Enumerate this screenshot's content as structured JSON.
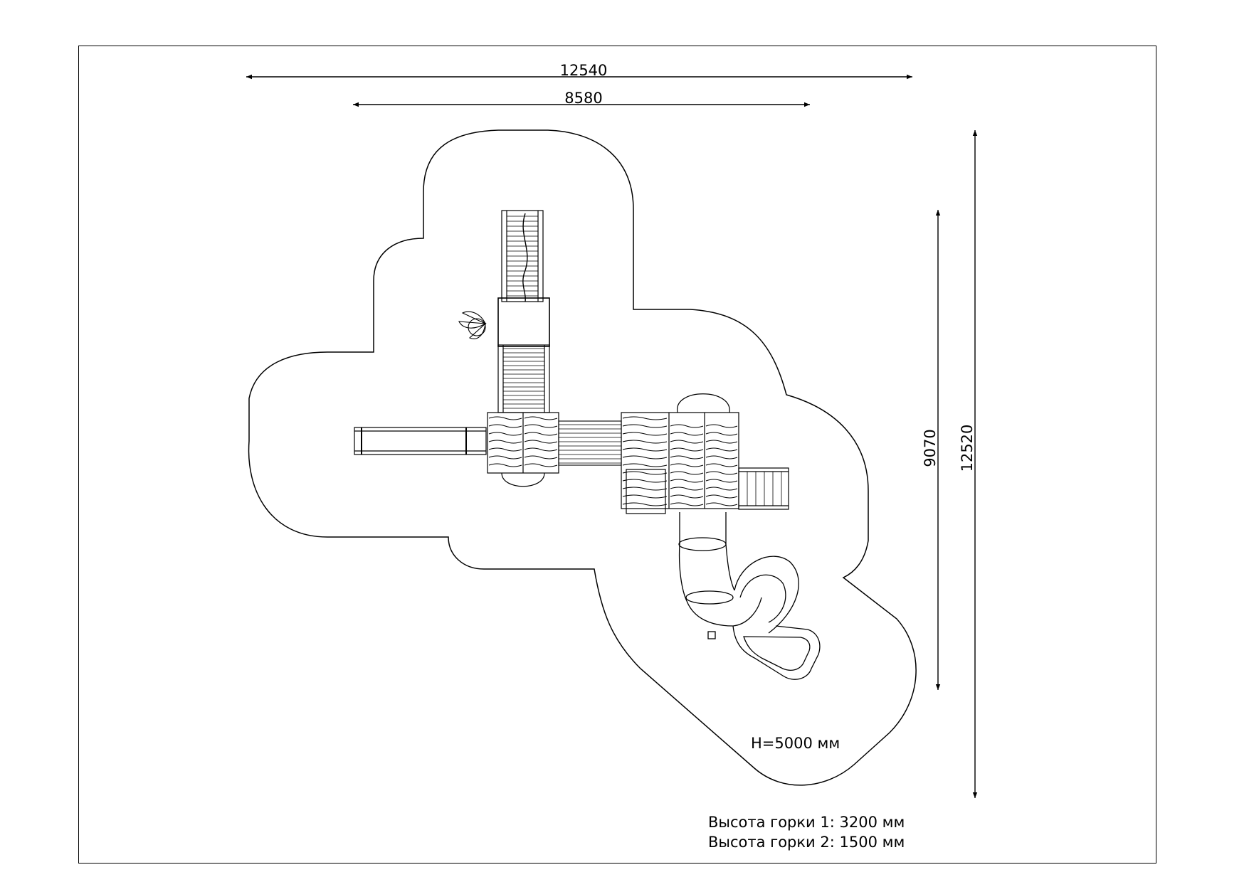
{
  "dimensions": {
    "overall_width": "12540",
    "equipment_width": "8580",
    "equipment_depth": "9070",
    "overall_depth": "12520"
  },
  "labels": {
    "height": "H=5000 мм",
    "slide1_height": "Высота горки 1: 3200 мм",
    "slide2_height": "Высота горки 2: 1500 мм"
  },
  "colors": {
    "line": "#000000",
    "background": "#ffffff"
  }
}
